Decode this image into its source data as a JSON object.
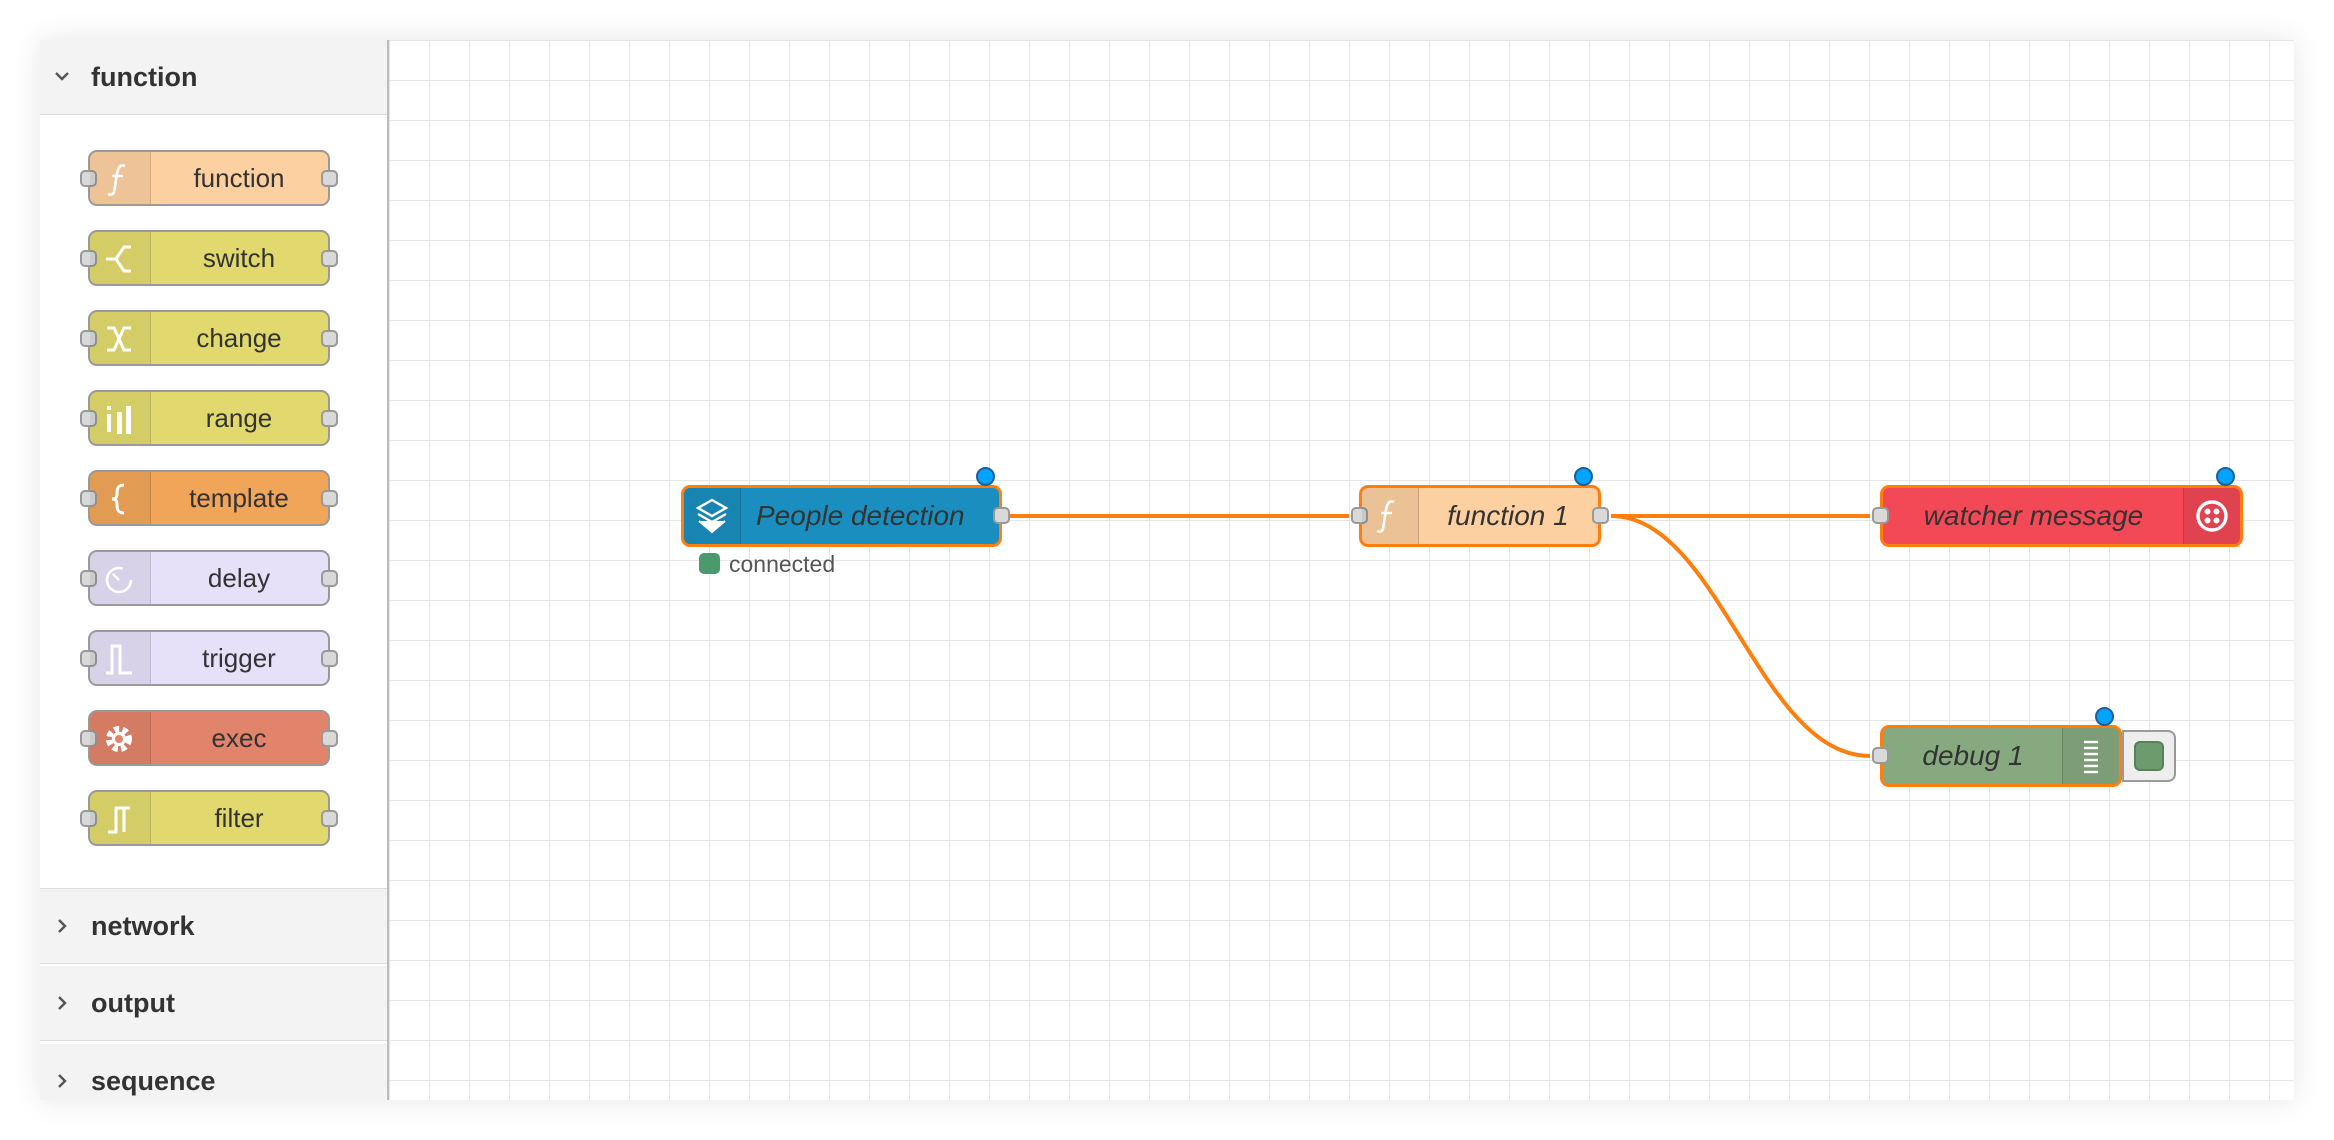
{
  "palette": {
    "categories": [
      {
        "label": "function",
        "expanded": true
      },
      {
        "label": "network",
        "expanded": false
      },
      {
        "label": "output",
        "expanded": false
      },
      {
        "label": "sequence",
        "expanded": false
      }
    ],
    "nodes": [
      {
        "label": "function",
        "color": "#fdd0a2",
        "icon": "function-icon"
      },
      {
        "label": "switch",
        "color": "#e2d96e",
        "icon": "switch-icon"
      },
      {
        "label": "change",
        "color": "#e2d96e",
        "icon": "change-icon"
      },
      {
        "label": "range",
        "color": "#e2d96e",
        "icon": "range-icon"
      },
      {
        "label": "template",
        "color": "#f0a559",
        "icon": "template-icon"
      },
      {
        "label": "delay",
        "color": "#e6e0f8",
        "icon": "delay-icon"
      },
      {
        "label": "trigger",
        "color": "#e6e0f8",
        "icon": "trigger-icon"
      },
      {
        "label": "exec",
        "color": "#e2836b",
        "icon": "gear-icon"
      },
      {
        "label": "filter",
        "color": "#e2d96e",
        "icon": "filter-icon"
      }
    ]
  },
  "flow": {
    "nodes": [
      {
        "label": "People detection",
        "color": "#1a8fbf",
        "icon": "sensecraft-icon",
        "changed": true,
        "status": {
          "text": "connected",
          "color": "#4b9a6e"
        }
      },
      {
        "label": "function 1",
        "color": "#fdd0a2",
        "icon": "function-icon",
        "changed": true
      },
      {
        "label": "watcher message",
        "color": "#f34855",
        "icon": "twilio-icon",
        "changed": true
      },
      {
        "label": "debug 1",
        "color": "#87a980",
        "icon": "list-icon",
        "changed": true,
        "active": true
      }
    ],
    "wire_color": "#ff7f0e"
  }
}
